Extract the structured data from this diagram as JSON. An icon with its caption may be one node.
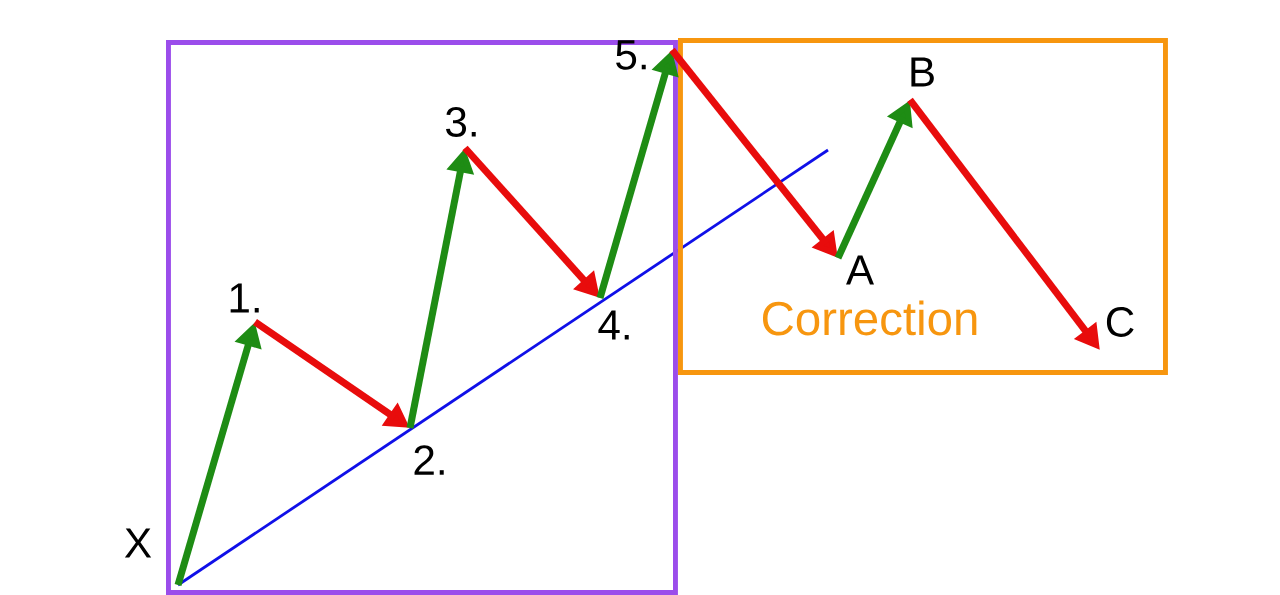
{
  "diagram": {
    "nodes": [
      {
        "text": [],
        "shape": "box"
      },
      {
        "text": [
          "X"
        ]
      },
      {
        "text": [
          "1."
        ],
        "in": 0
      },
      {
        "text": [
          "2."
        ],
        "in": 0
      },
      {
        "text": [
          "3."
        ],
        "in": 0
      },
      {
        "text": [
          "4."
        ],
        "in": 0
      },
      {
        "text": [
          "5."
        ],
        "in": 0
      },
      {
        "text": [
          "Correction"
        ]
      },
      {
        "text": [
          "A"
        ],
        "in": 7
      },
      {
        "text": [
          "B"
        ],
        "in": 7
      },
      {
        "text": [
          "C"
        ],
        "in": 7
      }
    ],
    "edges": [
      {
        "from": 1,
        "to": 2,
        "arrow": "to",
        "color": "#1e8c14"
      },
      {
        "from": 2,
        "to": 3,
        "arrow": "to",
        "color": "#e80c0c"
      },
      {
        "from": 3,
        "to": 4,
        "arrow": "to",
        "color": "#1e8c14"
      },
      {
        "from": 4,
        "to": 5,
        "arrow": "to",
        "color": "#e80c0c"
      },
      {
        "from": 5,
        "to": 6,
        "arrow": "to",
        "color": "#1e8c14"
      },
      {
        "from": 6,
        "to": 8,
        "arrow": "to",
        "color": "#e80c0c"
      },
      {
        "from": 8,
        "to": 9,
        "arrow": "to",
        "color": "#1e8c14"
      },
      {
        "from": 9,
        "to": 10,
        "arrow": "to",
        "color": "#e80c0c"
      },
      {
        "from": 1,
        "to": null,
        "arrow": "none",
        "color": "#1010e8"
      }
    ]
  }
}
